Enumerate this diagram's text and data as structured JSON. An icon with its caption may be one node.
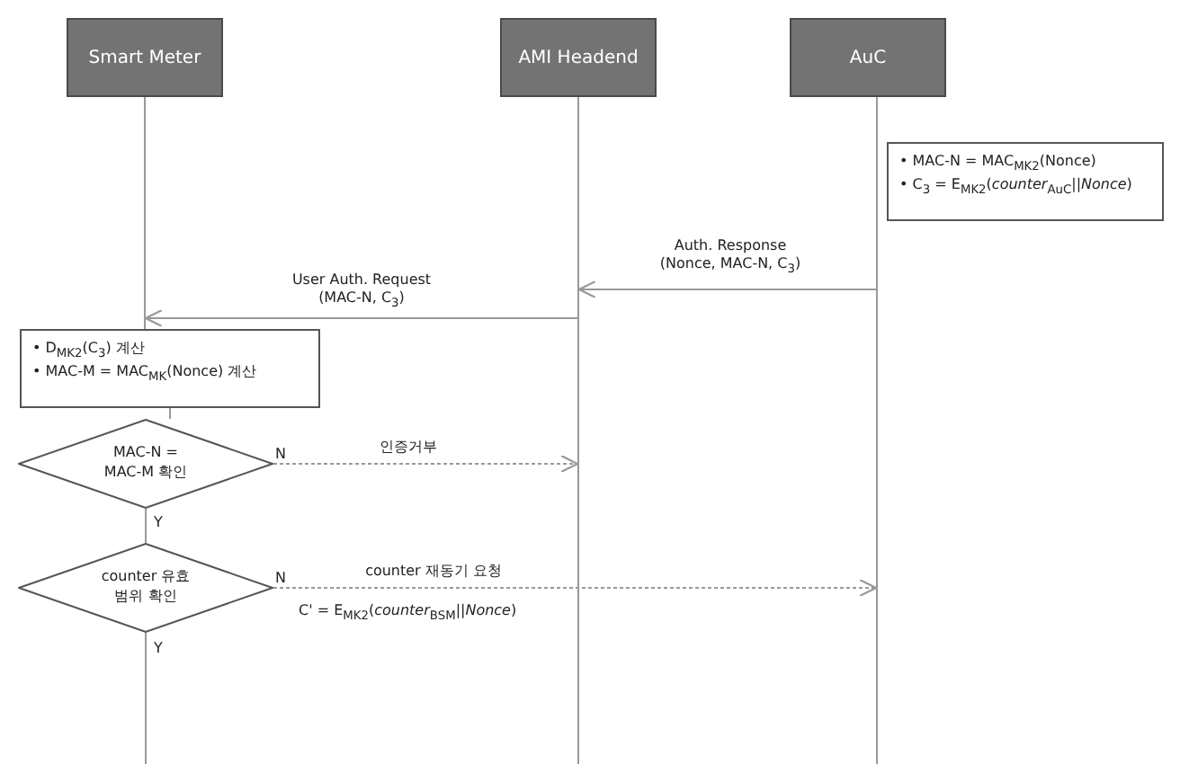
{
  "diagram": {
    "nodes": [
      {
        "text": [
          "Smart Meter"
        ]
      },
      {
        "text": [
          "AMI Headend"
        ]
      },
      {
        "text": [
          "AuC"
        ]
      },
      {
        "text": [
          "• MAC-N = MAC$_{MK2}$(Nonce)",
          "• C$_{3}$ = E$_{MK2}$(*counter*$_{AuC}$||*Nonce*)"
        ]
      },
      {
        "text": [
          "• D$_{MK2}$(C$_{3}$)  계산",
          "• MAC-M = MAC$_{MK}$(Nonce) 계산"
        ]
      },
      {
        "text": [
          "MAC-N = MAC-M 확인"
        ]
      },
      {
        "text": [
          "counter 유효 범위 확인"
        ]
      },
      {
        "text": [],
        "shape": "line"
      },
      {
        "text": [],
        "shape": "line"
      },
      {
        "text": [],
        "shape": "line"
      }
    ],
    "edges": [
      {
        "from": 9,
        "to": 8,
        "arrow": "to",
        "label": "Auth. Response (Nonce, MAC-N, C$_{3}$)"
      },
      {
        "from": 8,
        "to": 7,
        "arrow": "to",
        "label": "User Auth. Request (MAC-N, C$_{3}$)"
      },
      {
        "from": 5,
        "to": 8,
        "arrow": "to",
        "style": "dashed",
        "label": "인증거부"
      },
      {
        "from": 6,
        "to": 9,
        "arrow": "to",
        "style": "dashed",
        "label": "counter 재동기 요청"
      },
      {
        "from": 4,
        "to": 5,
        "arrow": "none"
      },
      {
        "from": 5,
        "to": 6,
        "arrow": "none",
        "label": "Y"
      },
      {
        "from": 6,
        "to": null,
        "arrow": "none",
        "label": "Y"
      }
    ],
    "labels": [
      "N",
      "N",
      "C' = E$_{MK2}$(*counter*$_{BSM}$||*Nonce*)"
    ]
  }
}
